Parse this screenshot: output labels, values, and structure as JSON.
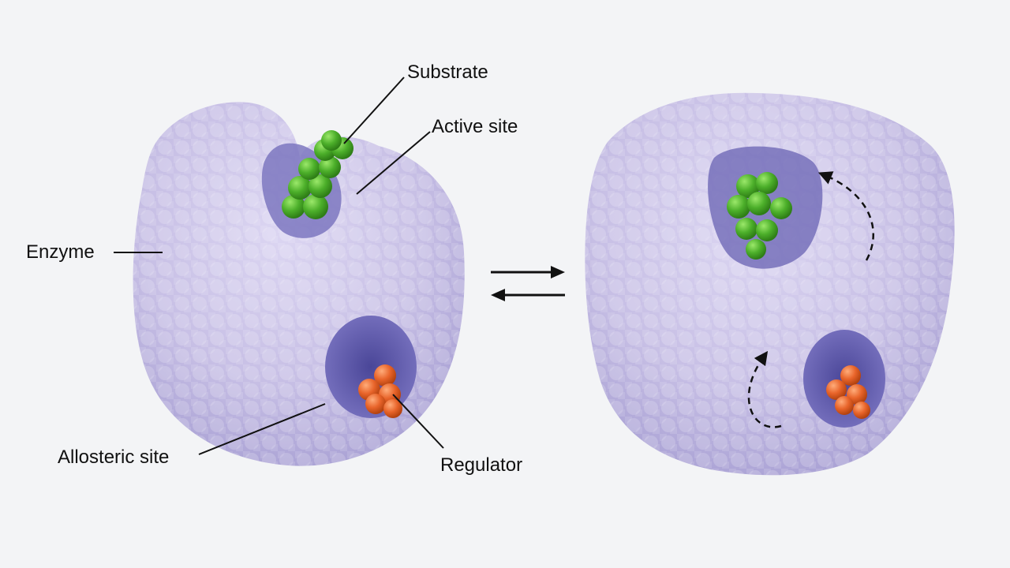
{
  "labels": {
    "substrate": "Substrate",
    "active_site": "Active site",
    "enzyme": "Enzyme",
    "allosteric_site": "Allosteric site",
    "regulator": "Regulator"
  },
  "colors": {
    "background": "#f3f4f6",
    "enzyme_surface": "#c9c2e6",
    "enzyme_shadow": "#a69dd1",
    "pocket": "#5f5aae",
    "substrate": "#4caf2a",
    "regulator": "#e8642a",
    "line": "#111111"
  },
  "icons": {
    "equilibrium": "equilibrium-arrows-icon",
    "rotation": "dashed-curved-arrow-icon"
  }
}
